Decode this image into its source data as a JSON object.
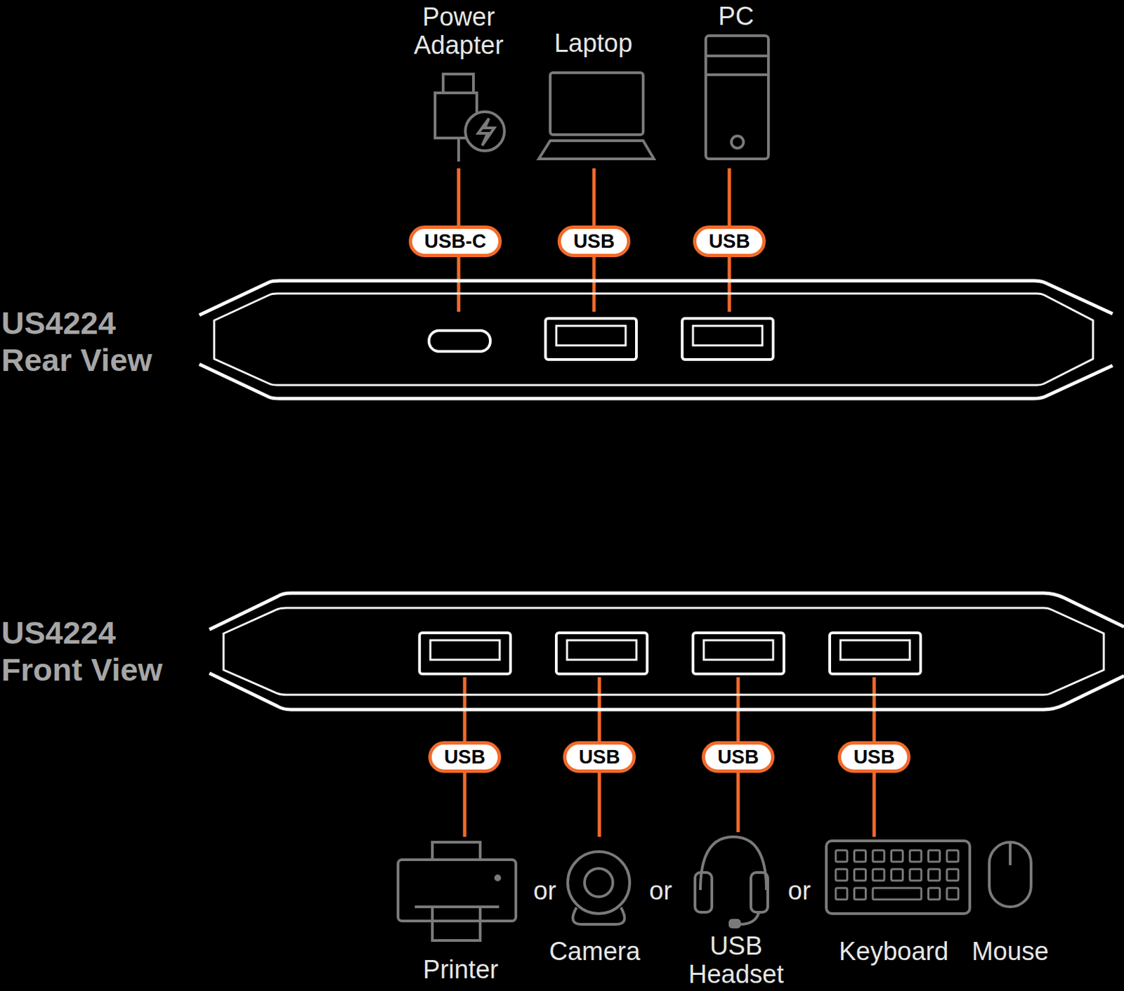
{
  "diagram": {
    "nodes": [
      {
        "text": [
          "USB-C"
        ]
      },
      {
        "text": [
          "USB"
        ]
      },
      {
        "text": [
          "USB"
        ]
      },
      {
        "text": [
          "USB"
        ]
      },
      {
        "text": [
          "USB"
        ]
      },
      {
        "text": [
          "USB"
        ]
      },
      {
        "text": [
          "USB"
        ]
      }
    ],
    "labels": [
      "Power Adapter",
      "Laptop",
      "PC",
      "US4224 Rear View",
      "US4224 Front View",
      "Printer",
      "or",
      "Camera",
      "or",
      "USB Headset",
      "or",
      "Keyboard",
      "Mouse"
    ]
  }
}
